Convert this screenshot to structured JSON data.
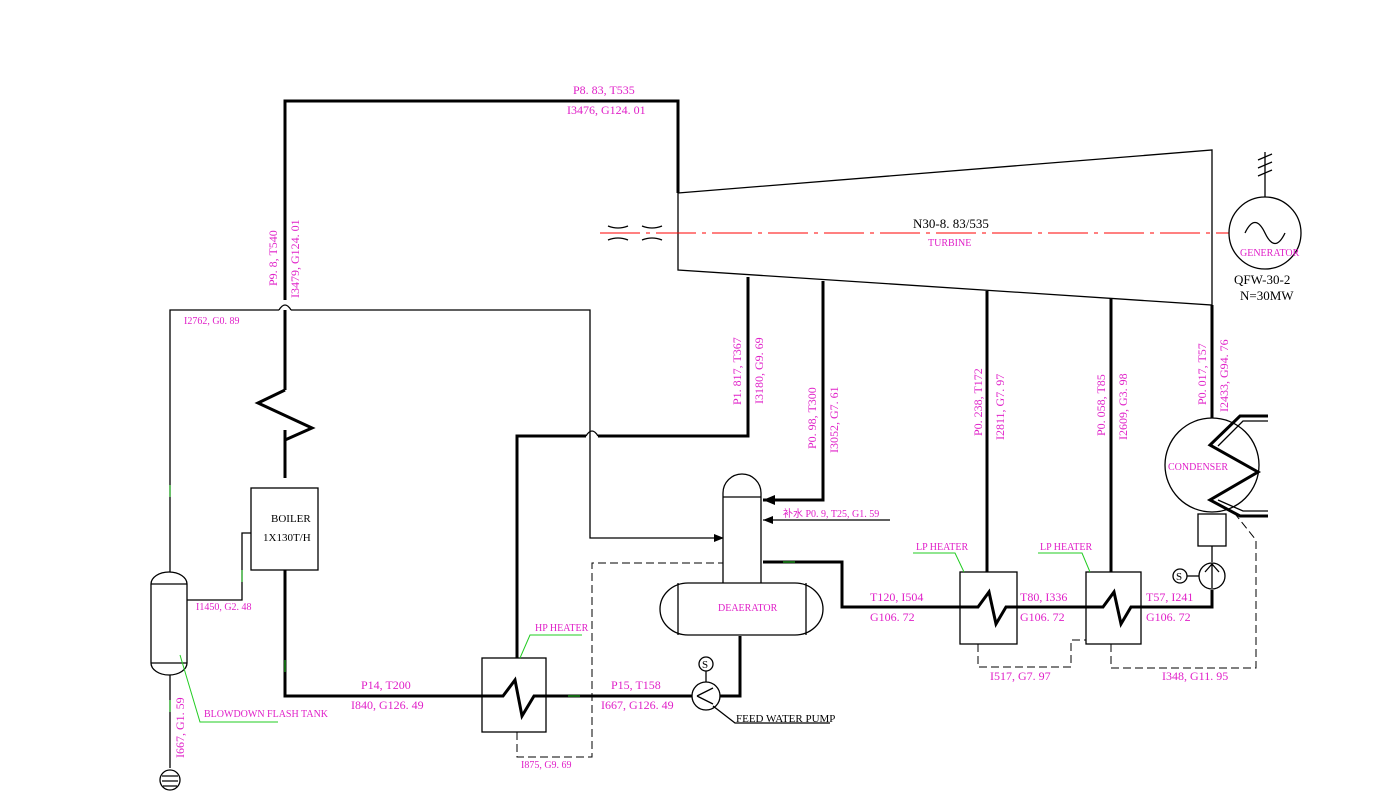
{
  "main_steam": {
    "line1": "P8. 83, T535",
    "line2": "I3476, G124. 01"
  },
  "boiler_outlet": {
    "line1": "P9. 8, T540",
    "line2": "I3479, G124. 01"
  },
  "turbine": {
    "model": "N30-8. 83/535",
    "name": "TURBINE"
  },
  "generator": {
    "name": "GENERATOR",
    "model": "QFW-30-2",
    "rating": "N=30MW"
  },
  "extraction_1": {
    "line1": "P1. 817, T367",
    "line2": "I3180, G9. 69"
  },
  "extraction_2": {
    "line1": "P0. 98, T300",
    "line2": "I3052, G7. 61"
  },
  "extraction_3": {
    "line1": "P0. 238, T172",
    "line2": "I2811, G7. 97"
  },
  "extraction_4": {
    "line1": "P0. 058, T85",
    "line2": "I2609, G3. 98"
  },
  "exhaust": {
    "line1": "P0. 017, T57",
    "line2": "I2433, G94. 76"
  },
  "condenser": {
    "name": "CONDENSER"
  },
  "flash_steam": {
    "label": "I2762, G0. 89"
  },
  "boiler": {
    "name": "BOILER",
    "capacity": "1X130T/H"
  },
  "blowdown": {
    "label": "I1450, G2. 48",
    "name": "BLOWDOWN FLASH TANK",
    "drain": "I667, G1. 59"
  },
  "makeup": {
    "label": "补水 P0. 9, T25, G1. 59"
  },
  "deaerator": {
    "name": "DEAERATOR"
  },
  "lp_heater_1": {
    "name": "LP HEATER"
  },
  "lp_heater_2": {
    "name": "LP HEATER"
  },
  "hp_heater": {
    "name": "HP HEATER",
    "drain": "I875, G9. 69"
  },
  "feed_pump": {
    "name": "FEED WATER PUMP",
    "symbol": "S"
  },
  "condensate_pump": {
    "symbol": "S"
  },
  "feedwater_boiler": {
    "line1": "P14, T200",
    "line2": "I840, G126. 49"
  },
  "feedwater_pump_out": {
    "line1": "P15, T158",
    "line2": "I667, G126. 49"
  },
  "condensate_1": {
    "line1": "T120, I504",
    "line2": "G106. 72"
  },
  "condensate_2": {
    "line1": "T80, I336",
    "line2": "G106. 72"
  },
  "condensate_3": {
    "line1": "T57, I241",
    "line2": "G106. 72"
  },
  "lp_drain_1": {
    "label": "I517, G7. 97"
  },
  "lp_drain_2": {
    "label": "I348, G11. 95"
  }
}
